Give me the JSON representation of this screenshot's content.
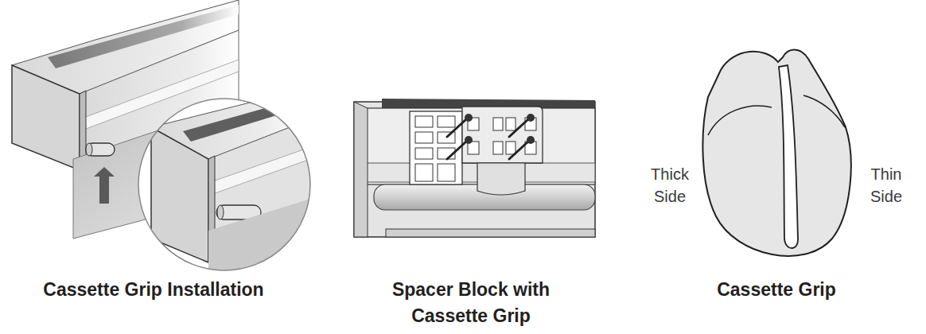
{
  "diagram": {
    "labels": [
      "Cassette Grip Installation",
      "Spacer Block with Cassette Grip",
      "Cassette Grip",
      "Thick Side",
      "Thin Side"
    ]
  }
}
